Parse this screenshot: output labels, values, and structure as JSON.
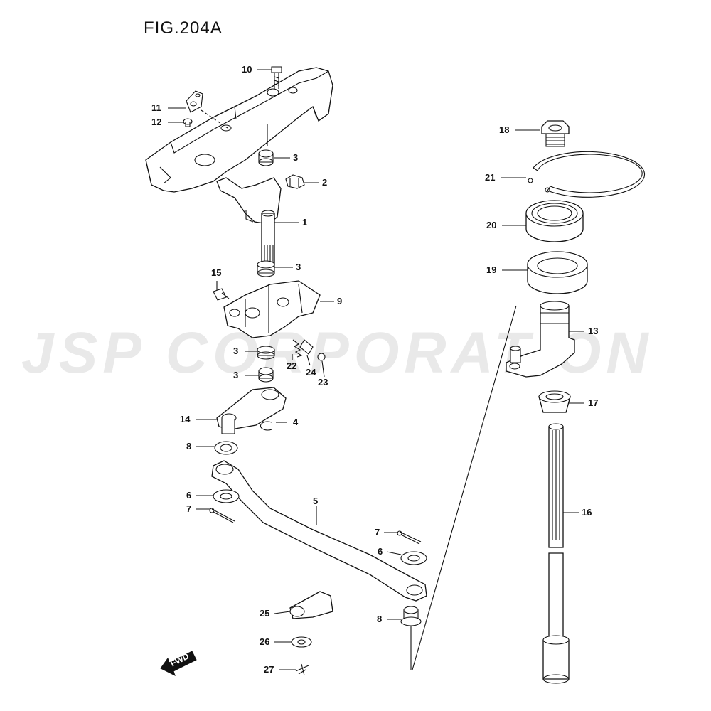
{
  "figure": {
    "title": "FIG.204A"
  },
  "watermark": {
    "text": "JSP CORPORATION"
  },
  "fwd_badge": {
    "text": "FWD"
  },
  "callouts": [
    {
      "id": "c10",
      "label": "10",
      "part": "bolt"
    },
    {
      "id": "c11",
      "label": "11",
      "part": "bracket"
    },
    {
      "id": "c12",
      "label": "12",
      "part": "screw"
    },
    {
      "id": "c3a",
      "label": "3",
      "part": "bushing"
    },
    {
      "id": "c2",
      "label": "2",
      "part": "clip"
    },
    {
      "id": "c1",
      "label": "1",
      "part": "shift-lever-shaft"
    },
    {
      "id": "c3b",
      "label": "3",
      "part": "bushing"
    },
    {
      "id": "c15",
      "label": "15",
      "part": "screw"
    },
    {
      "id": "c9",
      "label": "9",
      "part": "shift-bracket"
    },
    {
      "id": "c3c",
      "label": "3",
      "part": "bushing"
    },
    {
      "id": "c22",
      "label": "22",
      "part": "spring"
    },
    {
      "id": "c24",
      "label": "24",
      "part": "spring-cap"
    },
    {
      "id": "c23",
      "label": "23",
      "part": "ball"
    },
    {
      "id": "c3d",
      "label": "3",
      "part": "bushing"
    },
    {
      "id": "c14",
      "label": "14",
      "part": "shift-lever"
    },
    {
      "id": "c4",
      "label": "4",
      "part": "circlip"
    },
    {
      "id": "c8a",
      "label": "8",
      "part": "bushing"
    },
    {
      "id": "c5",
      "label": "5",
      "part": "shift-rod"
    },
    {
      "id": "c6a",
      "label": "6",
      "part": "washer"
    },
    {
      "id": "c7a",
      "label": "7",
      "part": "cotter-pin"
    },
    {
      "id": "c7b",
      "label": "7",
      "part": "cotter-pin"
    },
    {
      "id": "c6b",
      "label": "6",
      "part": "washer"
    },
    {
      "id": "c8b",
      "label": "8",
      "part": "bushing"
    },
    {
      "id": "c25",
      "label": "25",
      "part": "lever"
    },
    {
      "id": "c26",
      "label": "26",
      "part": "washer"
    },
    {
      "id": "c27",
      "label": "27",
      "part": "clip"
    },
    {
      "id": "c18",
      "label": "18",
      "part": "plug"
    },
    {
      "id": "c21",
      "label": "21",
      "part": "snap-ring"
    },
    {
      "id": "c20",
      "label": "20",
      "part": "bearing"
    },
    {
      "id": "c19",
      "label": "19",
      "part": "oil-seal"
    },
    {
      "id": "c13",
      "label": "13",
      "part": "shift-lever-lower"
    },
    {
      "id": "c17",
      "label": "17",
      "part": "bushing"
    },
    {
      "id": "c16",
      "label": "16",
      "part": "shift-shaft"
    }
  ]
}
